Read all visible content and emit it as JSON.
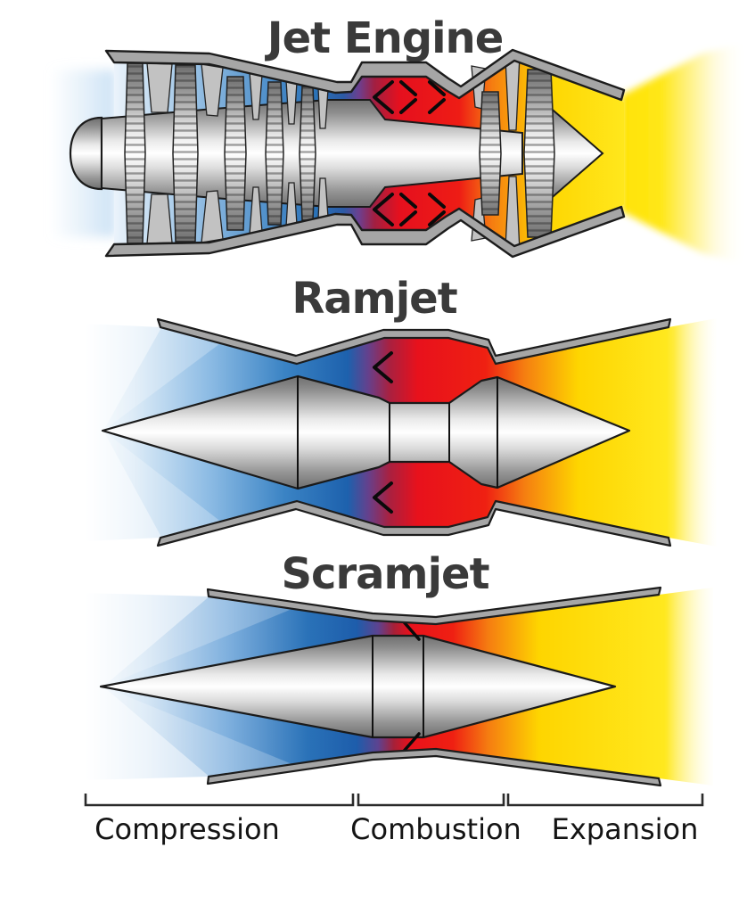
{
  "page": {
    "background": "#ffffff"
  },
  "diagram": {
    "engines": [
      {
        "id": "turbojet",
        "title": "Jet Engine"
      },
      {
        "id": "ramjet",
        "title": "Ramjet"
      },
      {
        "id": "scramjet",
        "title": "Scramjet"
      }
    ],
    "stages": [
      {
        "label": "Compression",
        "color": "#2a72b8"
      },
      {
        "label": "Combustion",
        "color": "#e8111c"
      },
      {
        "label": "Expansion",
        "color": "#ffdf00"
      }
    ],
    "colors": {
      "title_text": "#3a3a3a",
      "label_text": "#141414",
      "bracket": "#2b2b2b",
      "casing": "#a6a6a6",
      "outline": "#1a1a1a",
      "metal_highlight": "#ffffff",
      "metal_shadow": "#6f6f6f",
      "flow_blue": "#2a72b8",
      "flow_purple": "#64418d",
      "flow_red": "#e8111c",
      "flow_orange": "#f57d11",
      "flow_yellow": "#ffe81e"
    }
  }
}
